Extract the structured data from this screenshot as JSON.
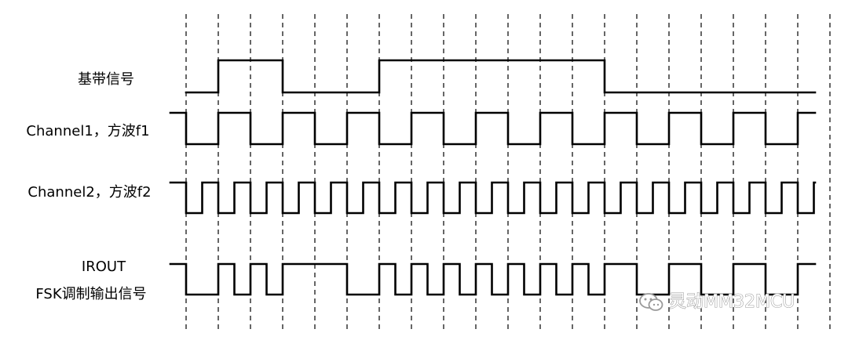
{
  "labels": {
    "baseband": "基带信号",
    "channel1": "Channel1，方波f1",
    "channel2": "Channel2，方波f2",
    "irout_line1": "IROUT",
    "irout_line2": "FSK调制输出信号"
  },
  "watermark": {
    "text": "灵动MM32MCU",
    "icon": "wechat-icon"
  },
  "signals": {
    "baseband": {
      "start_level": 0,
      "transitions": [
        1,
        3,
        6,
        13
      ]
    },
    "channel1": {
      "start_level": 1,
      "transitions": [
        0,
        1,
        2,
        3,
        4,
        5,
        6,
        7,
        8,
        9,
        10,
        11,
        12,
        13,
        14,
        15,
        16,
        17,
        18,
        19
      ]
    },
    "channel2": {
      "start_level": 1,
      "transitions": [
        0,
        0.5,
        1,
        1.5,
        2,
        2.5,
        3,
        3.5,
        4,
        4.5,
        5,
        5.5,
        6,
        6.5,
        7,
        7.5,
        8,
        8.5,
        9,
        9.5,
        10,
        10.5,
        11,
        11.5,
        12,
        12.5,
        13,
        13.5,
        14,
        14.5,
        15,
        15.5,
        16,
        16.5,
        17,
        17.5,
        18,
        18.5,
        19,
        19.5
      ]
    },
    "irout": {
      "start_level": 1,
      "transitions": [
        0,
        1,
        1.5,
        2,
        2.5,
        3,
        5,
        6,
        6.5,
        7,
        7.5,
        8,
        8.5,
        9,
        9.5,
        10,
        10.5,
        11,
        11.5,
        12,
        12.5,
        13,
        14,
        15,
        16,
        17,
        18,
        19
      ]
    }
  },
  "colors": {
    "line": "#000000",
    "background": "#ffffff",
    "watermark": "#9a9a9a"
  }
}
